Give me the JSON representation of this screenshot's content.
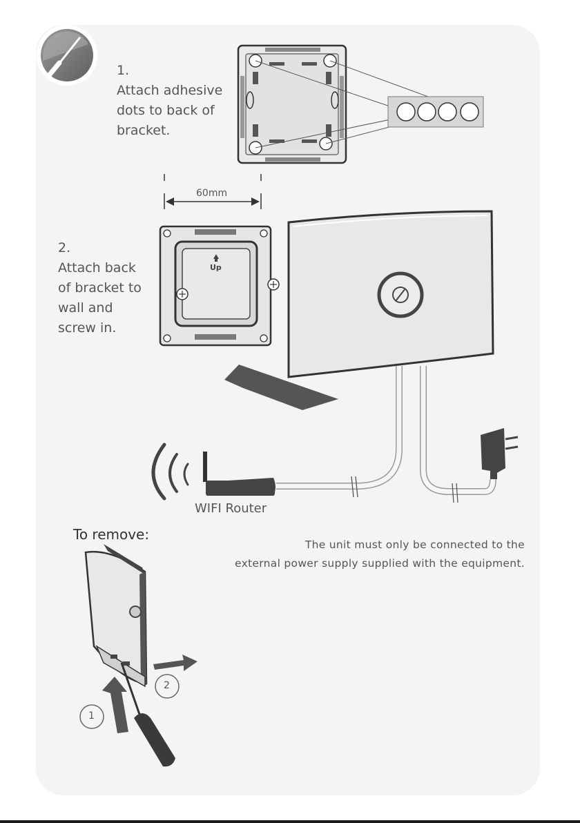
{
  "step1": {
    "number": "1.",
    "text": "Attach adhesive\ndots to back of\nbracket."
  },
  "step2": {
    "number": "2.",
    "text": "Attach back\nof bracket to\nwall and\nscrew in."
  },
  "dimension": {
    "label": "60mm"
  },
  "bracket": {
    "up_label": "Up"
  },
  "router": {
    "label": "WIFI Router"
  },
  "remove": {
    "title": "To remove:",
    "step_labels": [
      "1",
      "2"
    ]
  },
  "notice": {
    "line1": "The unit must only be connected to the",
    "line2": "external power supply supplied with the equipment."
  },
  "icons": [
    "screwdriver-badge-icon",
    "wifi-signal-icon",
    "power-adapter-icon",
    "arrow-icon"
  ]
}
